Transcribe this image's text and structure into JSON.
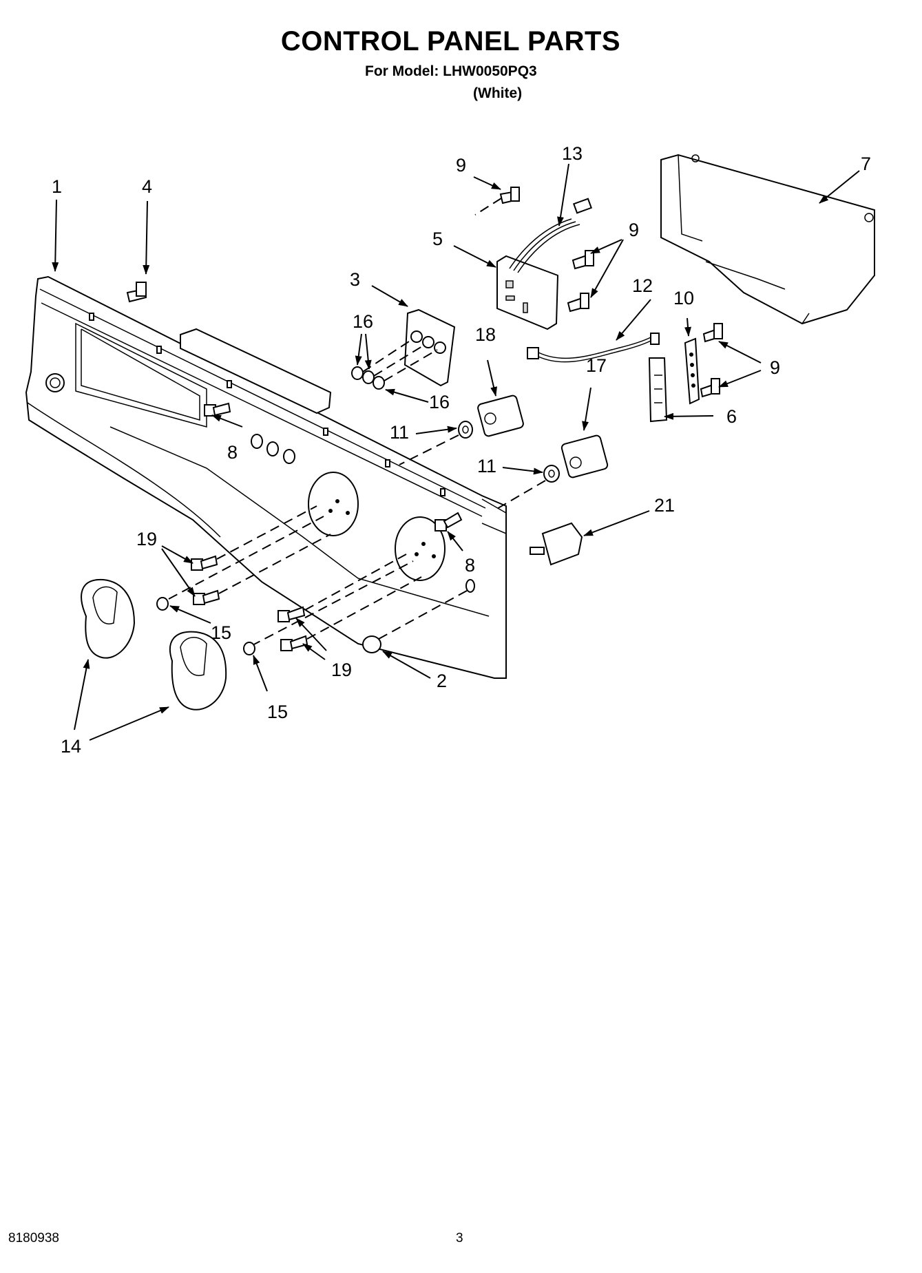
{
  "header": {
    "title": "CONTROL PANEL PARTS",
    "model_line": "For Model: LHW0050PQ3",
    "color_line": "(White)"
  },
  "footer": {
    "doc_number": "8180938",
    "page_number": "3"
  },
  "callouts": {
    "c1": "1",
    "c2": "2",
    "c3": "3",
    "c4": "4",
    "c5": "5",
    "c6": "6",
    "c7": "7",
    "c8a": "8",
    "c8b": "8",
    "c9a": "9",
    "c9b": "9",
    "c9c": "9",
    "c10": "10",
    "c11a": "11",
    "c11b": "11",
    "c12": "12",
    "c13": "13",
    "c14": "14",
    "c15a": "15",
    "c15b": "15",
    "c16a": "16",
    "c16b": "16",
    "c17": "17",
    "c18": "18",
    "c19a": "19",
    "c19b": "19",
    "c21": "21"
  }
}
